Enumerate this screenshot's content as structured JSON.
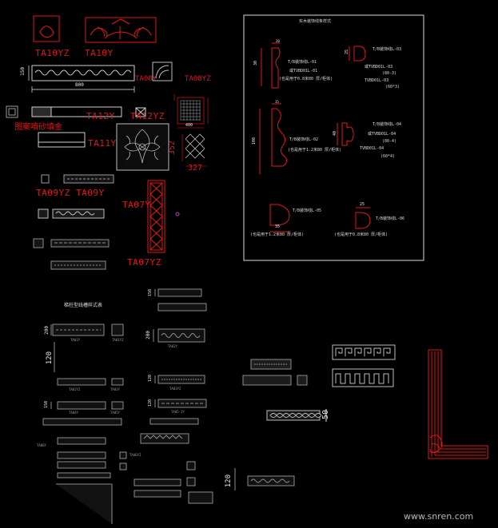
{
  "labels": {
    "ta10yz": "TA10YZ",
    "ta10y": "TA10Y",
    "ta08y": "TA08Y",
    "ta08yz": "TA08YZ",
    "ta12y": "TA12Y",
    "ta12yz": "TA12YZ",
    "ta11y": "TA11Y",
    "ta09yz": "TA09YZ",
    "ta09y": "TA09Y",
    "ta07y": "TA07Y",
    "ta07yz": "TA07YZ",
    "sandblast_note": "图案喷砂填金",
    "dim_150": "150",
    "dim_800": "800",
    "dim_400": "400",
    "dim_352": "352",
    "dim_327": "327"
  },
  "profile_panel": {
    "title": "实木装饰线条样式",
    "dims": [
      "30",
      "20",
      "15",
      "100",
      "25",
      "40",
      "35",
      "25"
    ],
    "captions": [
      "T/B装饰线L-01",
      "或TVBD01L-01",
      "(也是用于0.8米80 厚/柜体)",
      "T/B装饰线L-03",
      "或TVBD01L-03",
      "TVBD01L-03",
      "(80-3)",
      "(60*3)",
      "T/B装饰线L-02",
      "(也是用于1.2米80 厚/柜体)",
      "T/B装饰线L-04",
      "或TVBD01L-04",
      "(80-4)",
      "TVBD01L-04",
      "(60*4)",
      "T/B装饰线L-05",
      "(也是用于1.2米80 厚/柜体)",
      "T/B装饰线L-06",
      "(也是用于0.8米80 厚/柜体)"
    ]
  },
  "lower_section": {
    "title": "梯柱型线槽样式表",
    "dims": [
      "150",
      "200",
      "120",
      "200",
      "120",
      "150",
      "120",
      "120",
      "50"
    ],
    "captions": [
      "TA01Y",
      "TA01YZ",
      "TA02Y",
      "TA02YZ",
      "TA03Y",
      "TA03YZ",
      "TA04Y",
      "TA05Y",
      "TA05-1Y",
      "TA06Y",
      "TA06YZ"
    ]
  },
  "watermark": "www.snren.com",
  "colors": {
    "background": "#000000",
    "accent": "#e01818",
    "line": "#dcdcdc",
    "grey": "#8c8c8c"
  }
}
